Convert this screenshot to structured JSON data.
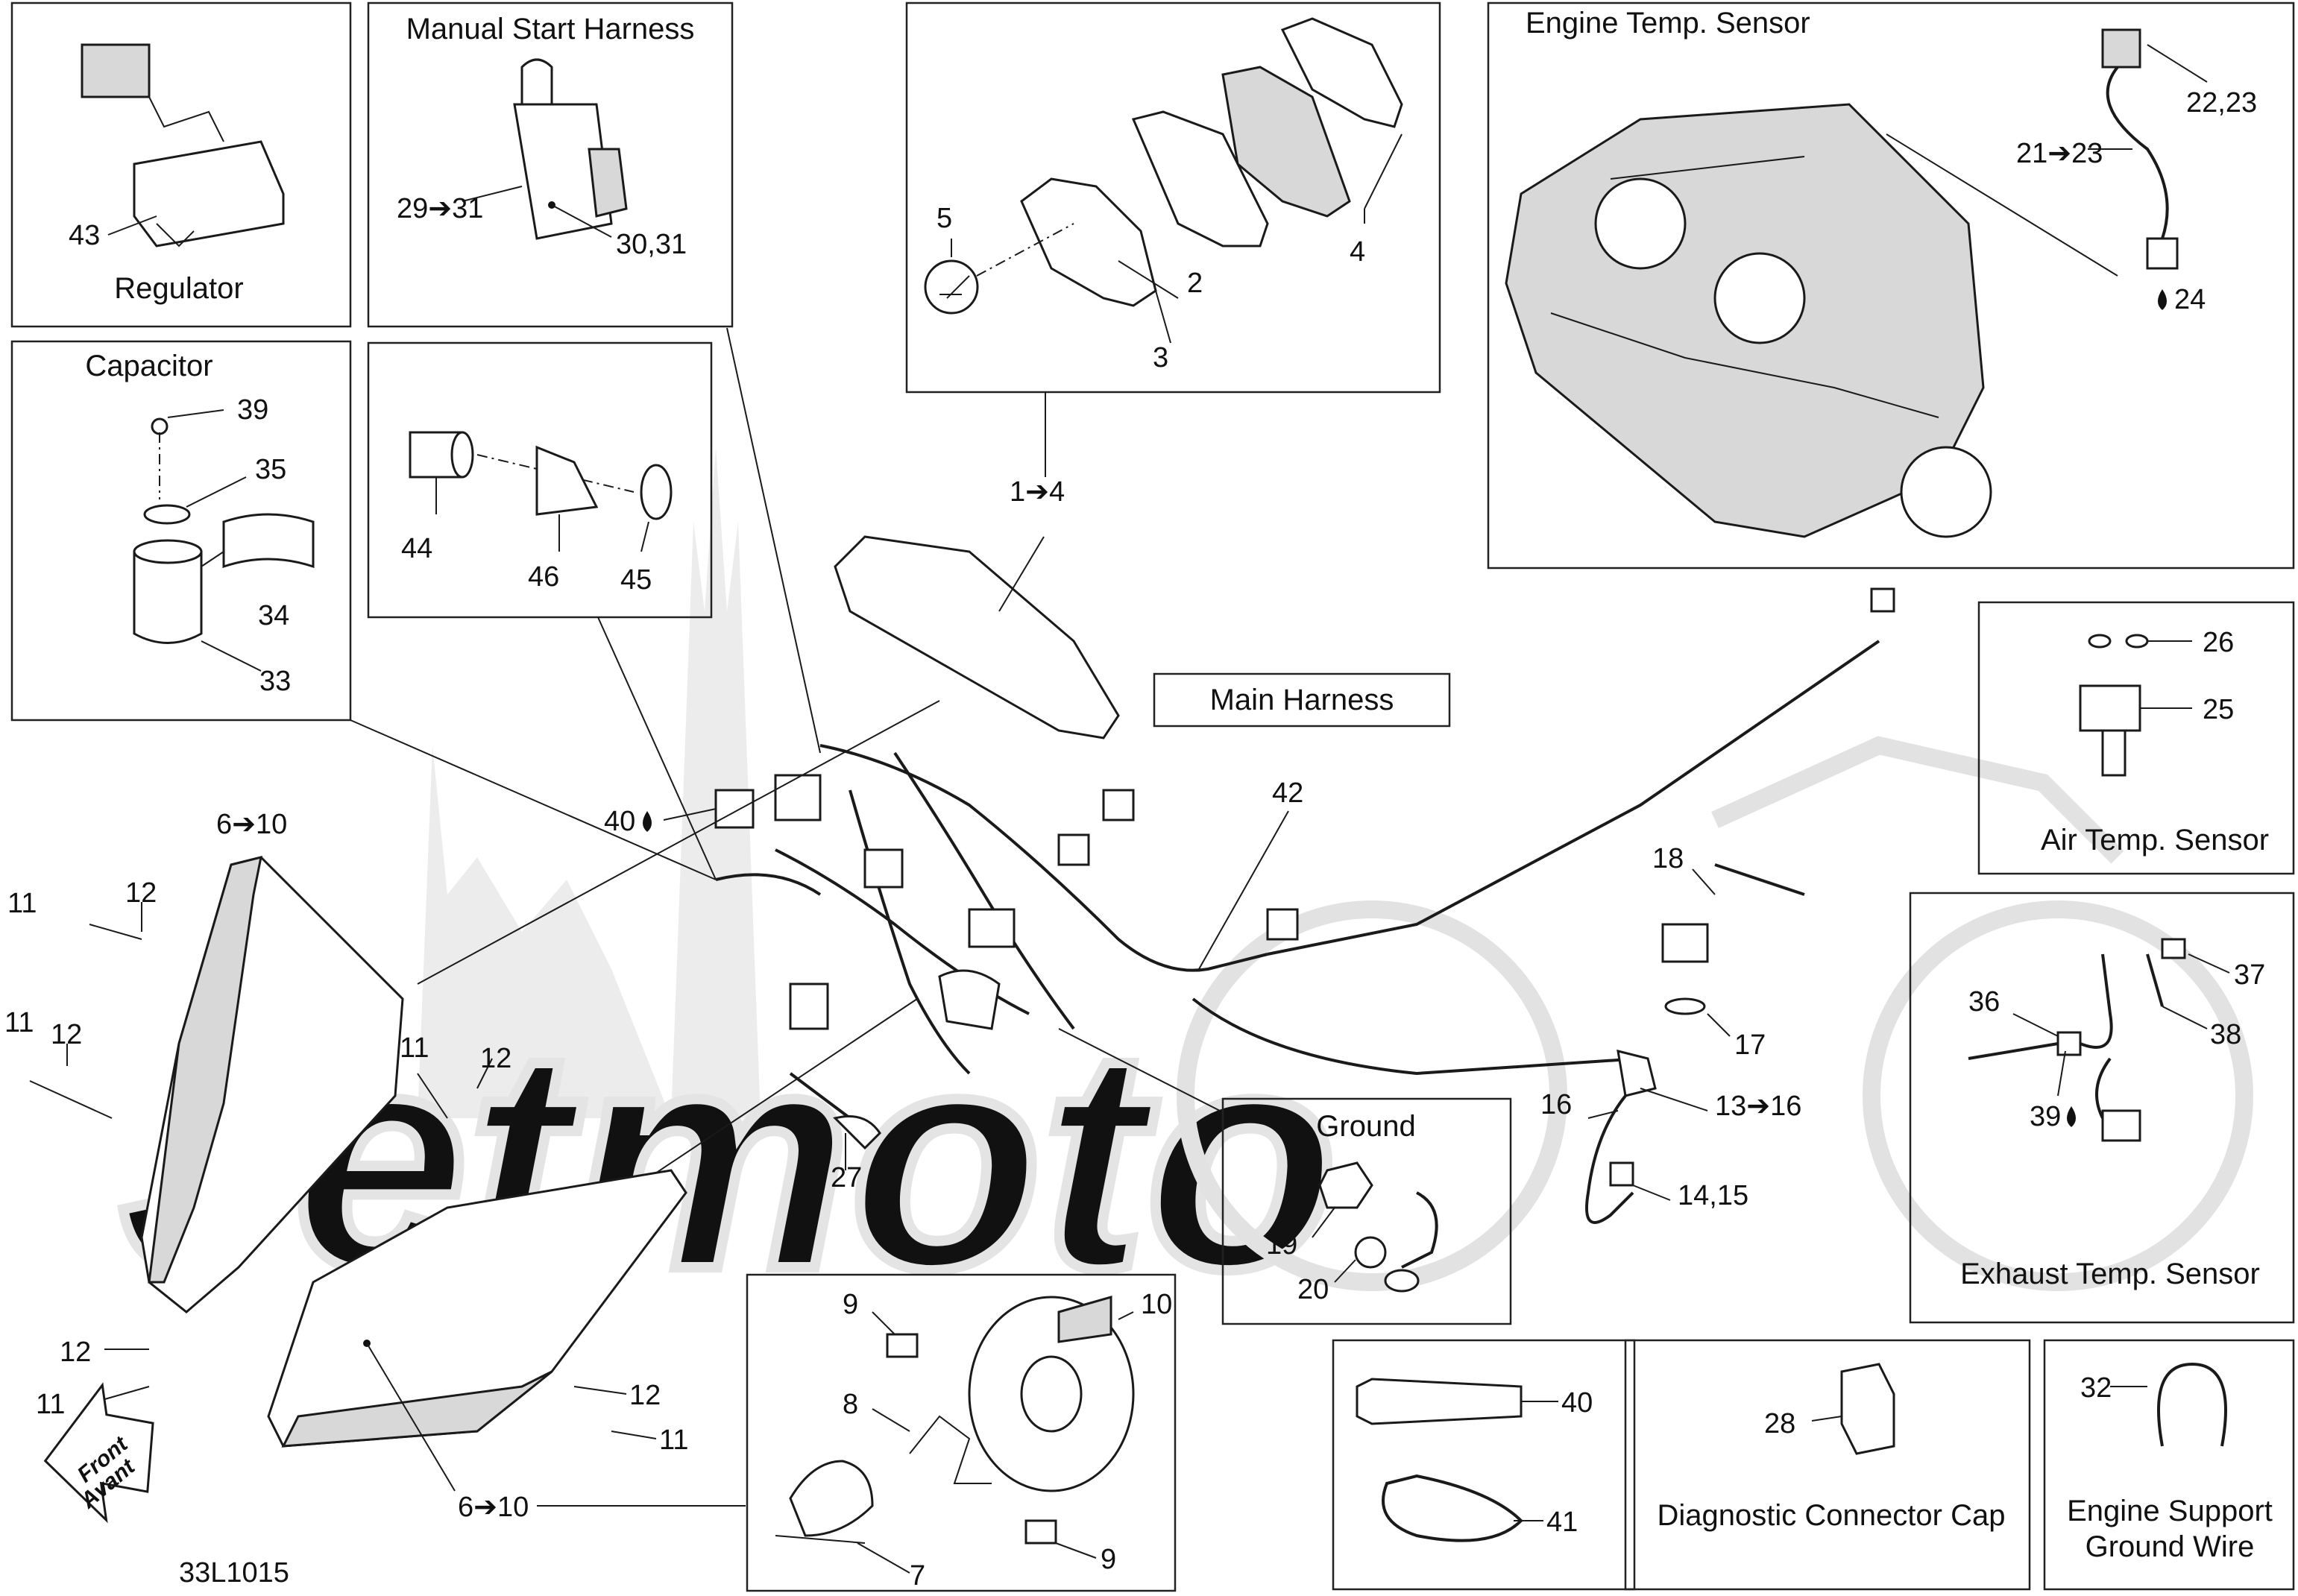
{
  "diagram_code": "33L1015",
  "boxes": {
    "regulator": {
      "title": "Regulator",
      "callouts": [
        "43"
      ]
    },
    "manual_start_harness": {
      "title": "Manual Start Harness",
      "callouts": [
        "29➔31",
        "30,31"
      ]
    },
    "gauge": {
      "callouts": [
        "5",
        "3",
        "2",
        "4"
      ]
    },
    "engine_temp_sensor": {
      "title": "Engine Temp. Sensor",
      "callouts": [
        "22,23",
        "21➔23",
        "24"
      ]
    },
    "capacitor": {
      "title": "Capacitor",
      "callouts": [
        "39",
        "35",
        "34",
        "33"
      ]
    },
    "connector_group": {
      "callouts": [
        "44",
        "46",
        "45"
      ]
    },
    "main_harness": {
      "title": "Main Harness"
    },
    "air_temp_sensor": {
      "title": "Air Temp. Sensor",
      "callouts": [
        "26",
        "25"
      ]
    },
    "exhaust_temp_sensor": {
      "title": "Exhaust Temp. Sensor",
      "callouts": [
        "36",
        "37",
        "38",
        "39"
      ]
    },
    "ground": {
      "title": "Ground",
      "callouts": [
        "19",
        "20"
      ]
    },
    "bulb_group": {
      "callouts": [
        "9",
        "10",
        "8",
        "7",
        "9"
      ]
    },
    "grease_clamp": {
      "callouts": [
        "40",
        "41"
      ]
    },
    "diagnostic_connector_cap": {
      "title": "Diagnostic Connector Cap",
      "callouts": [
        "28"
      ]
    },
    "engine_support_ground_wire": {
      "title_line1": "Engine Support",
      "title_line2": "Ground Wire",
      "callouts": [
        "32"
      ]
    }
  },
  "callouts": {
    "c1to4": "1➔4",
    "c42": "42",
    "c40": "40",
    "c6to10_top": "6➔10",
    "c11a": "11",
    "c12a": "12",
    "c11b": "11",
    "c12b": "12",
    "c11c": "11",
    "c12c": "12",
    "c12d": "12",
    "c11d": "11",
    "c12e": "12",
    "c11e": "11",
    "c27": "27",
    "c18": "18",
    "c17": "17",
    "c16": "16",
    "c13to16": "13➔16",
    "c14_15": "14,15",
    "c6to10_bottom": "6➔10"
  },
  "front_arrow": {
    "line1": "Front",
    "line2": "Avant"
  },
  "watermark": "Jetmoto"
}
